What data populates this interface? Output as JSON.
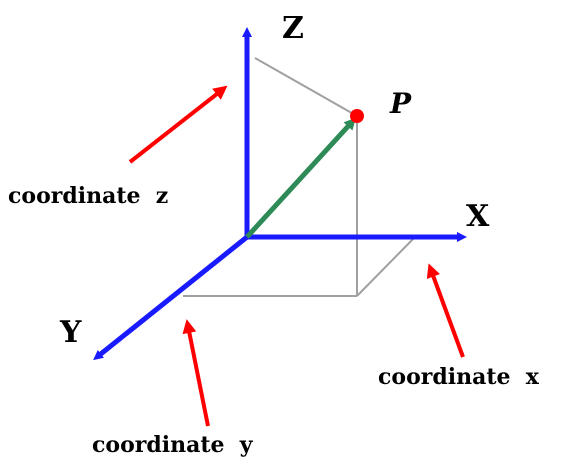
{
  "labels": {
    "axis_z": "Z",
    "axis_x": "X",
    "axis_y": "Y",
    "point": "P",
    "coordinate_z": "coordinate  z",
    "coordinate_x": "coordinate  x",
    "coordinate_y": "coordinate  y"
  },
  "colors": {
    "axis": "#1a1aff",
    "vector": "#2e8b57",
    "point": "#ff0000",
    "pointer_arrow": "#ff0000",
    "projection_line": "#a0a0a0"
  }
}
